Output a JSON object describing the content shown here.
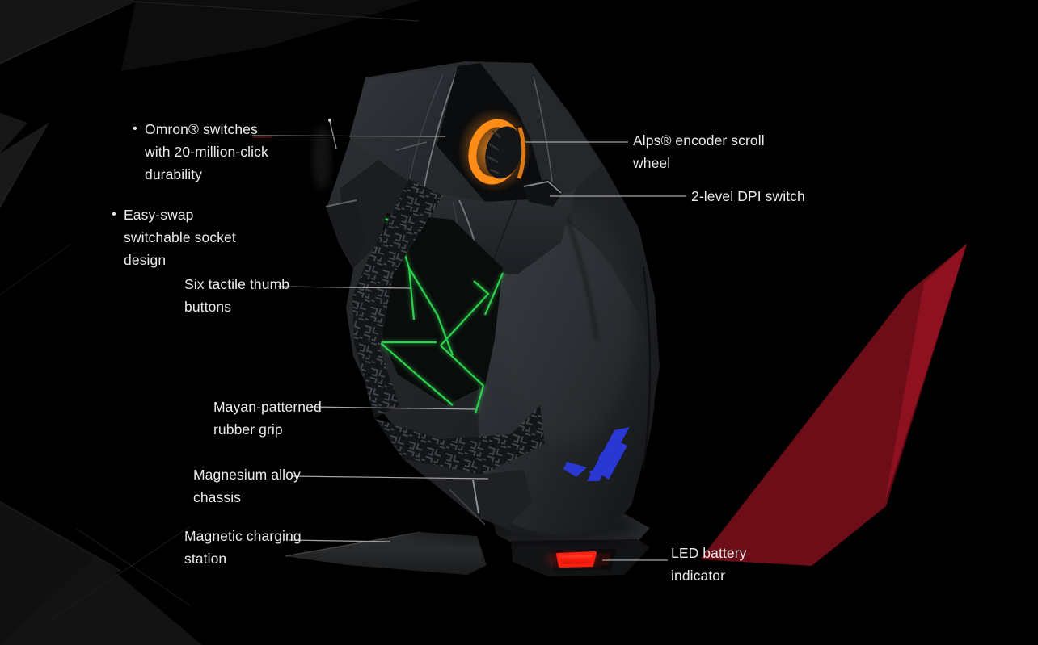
{
  "glyphs": {
    "bullet": "•"
  },
  "colors": {
    "background": "#000000",
    "label_text": "#ebebeb",
    "leader_line": "#a6a6a6",
    "scroll_wheel_glow_orange": "#ff8c16",
    "thumb_button_glow_green": "#2dd14f",
    "rog_logo_blue": "#2937d3",
    "battery_led_red": "#ff2012",
    "accent_shape_red": "#8e1120"
  },
  "callouts": {
    "left": [
      {
        "id": "omron",
        "bullet": true,
        "text": "Omron® switches\nwith 20-million-click\ndurability"
      },
      {
        "id": "easy_swap",
        "bullet": true,
        "text": "Easy-swap\nswitchable socket\ndesign"
      },
      {
        "id": "thumb_buttons",
        "bullet": false,
        "text": "Six tactile thumb\nbuttons"
      },
      {
        "id": "rubber_grip",
        "bullet": false,
        "text": "Mayan-patterned\nrubber grip"
      },
      {
        "id": "chassis",
        "bullet": false,
        "text": "Magnesium alloy\nchassis"
      },
      {
        "id": "charging_station",
        "bullet": false,
        "text": "Magnetic charging\nstation"
      }
    ],
    "right": [
      {
        "id": "scroll_wheel",
        "bullet": false,
        "text": "Alps® encoder scroll\nwheel"
      },
      {
        "id": "dpi_switch",
        "bullet": false,
        "text": "2-level DPI switch"
      },
      {
        "id": "battery_led",
        "bullet": false,
        "text": "LED battery\nindicator"
      }
    ]
  }
}
